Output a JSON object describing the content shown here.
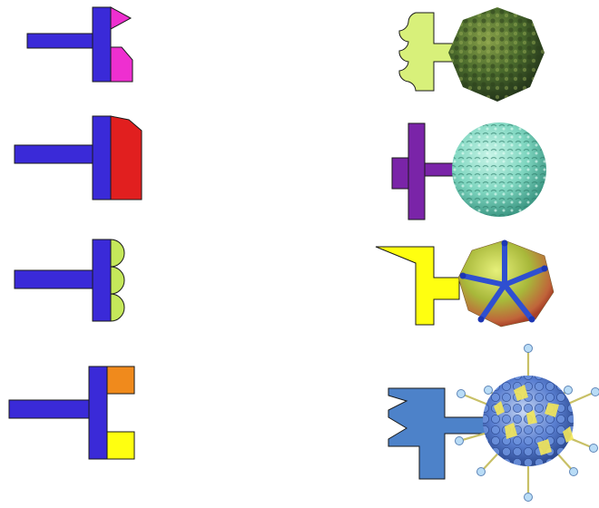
{
  "colors": {
    "background": "#ffffff",
    "stalk_blue": "#3a2ad8",
    "outline": "#1a1a1a",
    "pink": "#ee2fd0",
    "red": "#e11f1f",
    "lime": "#c5e85a",
    "orange": "#f08a1c",
    "yellow": "#ffff10",
    "light_lime": "#d8f07a",
    "purple": "#7a24a8",
    "steel_blue": "#4d82c9",
    "virus_dark_green": "#3f5a28",
    "virus_teal": "#7fd6c0",
    "virus_olive": "#a8b83a",
    "virus_blue_yellow": "#5a7fd1"
  },
  "left_column": {
    "items": [
      {
        "name": "receptor-pink-notched",
        "head_color": "pink",
        "head_shape": "notched-wedge"
      },
      {
        "name": "receptor-red-block",
        "head_color": "red",
        "head_shape": "trapezoid-block"
      },
      {
        "name": "receptor-lime-lobed",
        "head_color": "lime",
        "head_shape": "triple-lobe"
      },
      {
        "name": "receptor-orange-yellow",
        "head_color": "orange-and-yellow",
        "head_shape": "two-squares"
      }
    ]
  },
  "right_column": {
    "items": [
      {
        "name": "virus-dark-green-scalloped-receptor",
        "receptor_color": "light_lime",
        "virus_color": "virus_dark_green"
      },
      {
        "name": "virus-teal-purple-receptor",
        "receptor_color": "purple",
        "virus_color": "virus_teal"
      },
      {
        "name": "virus-olive-yellow-receptor",
        "receptor_color": "yellow",
        "virus_color": "virus_olive"
      },
      {
        "name": "virus-spiked-blue-receptor",
        "receptor_color": "steel_blue",
        "virus_color": "virus_blue_yellow"
      }
    ]
  }
}
